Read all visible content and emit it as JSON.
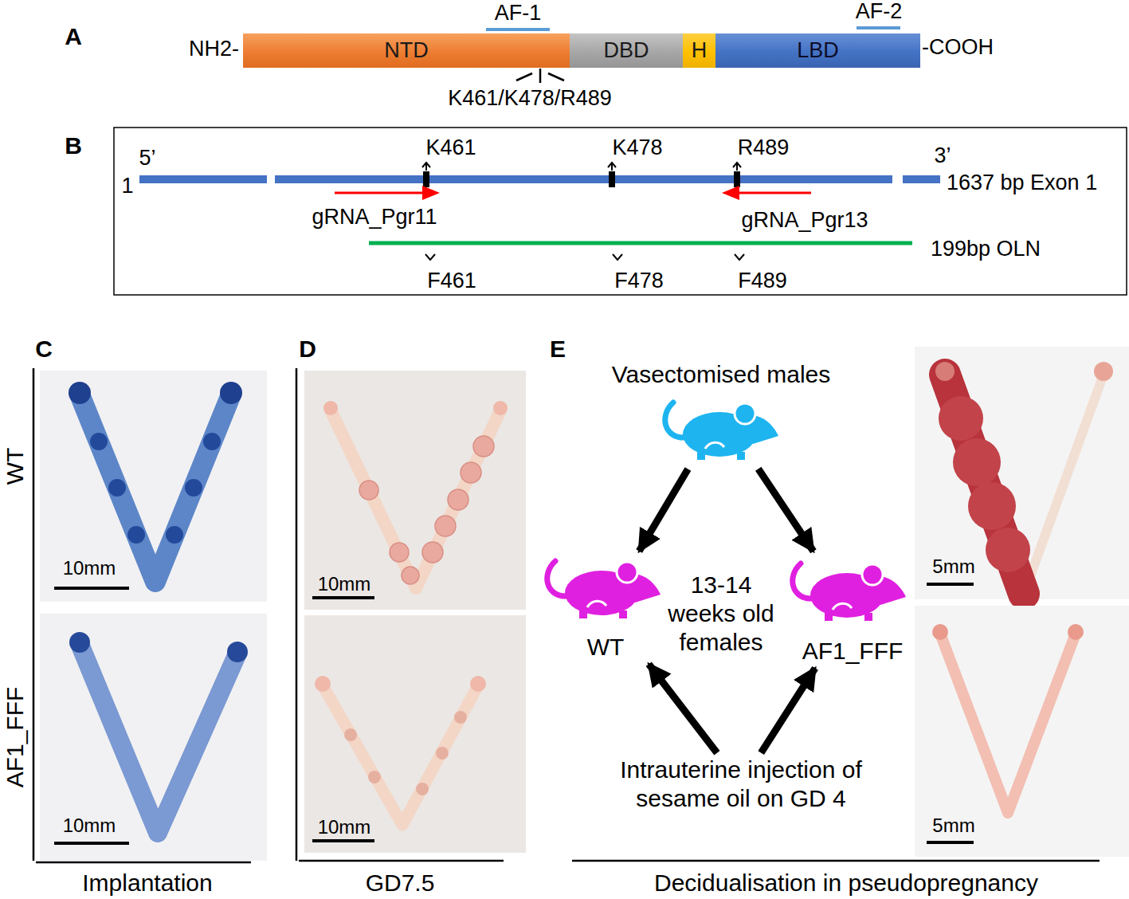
{
  "diagram": {
    "nodes": [
      {
        "text": [
          "NTD"
        ]
      },
      {
        "text": [
          "DBD"
        ]
      },
      {
        "text": [
          "H"
        ]
      },
      {
        "text": [
          "LBD"
        ]
      },
      {
        "text": [
          "Vasectomised males"
        ]
      },
      {
        "text": [
          "WT"
        ]
      },
      {
        "text": [
          "AF1_FFF"
        ]
      },
      {
        "text": [
          "Intrauterine injection of sesame oil on GD 4"
        ]
      }
    ],
    "edges": [
      {
        "from": 4,
        "to": 5,
        "arrow": "to"
      },
      {
        "from": 4,
        "to": 6,
        "arrow": "to"
      },
      {
        "from": 7,
        "to": 5,
        "arrow": "to"
      },
      {
        "from": 7,
        "to": 6,
        "arrow": "to"
      }
    ],
    "labels": [
      "A",
      "NH2-",
      "AF-1",
      "AF-2",
      "-COOH",
      "K461/K478/R489",
      "B",
      "5’",
      "K461",
      "K478",
      "R489",
      "3’",
      "1",
      "1637 bp Exon 1",
      "gRNA_Pgr11",
      "gRNA_Pgr13",
      "199bp OLN",
      "F461",
      "F478",
      "F489",
      "C",
      "WT",
      "AF1_FFF",
      "10mm",
      "10mm",
      "Implantation",
      "D",
      "10mm",
      "10mm",
      "GD7.5",
      "E",
      "13-14 weeks old females",
      "5mm",
      "5mm",
      "Decidualisation in pseudopregnancy"
    ]
  }
}
